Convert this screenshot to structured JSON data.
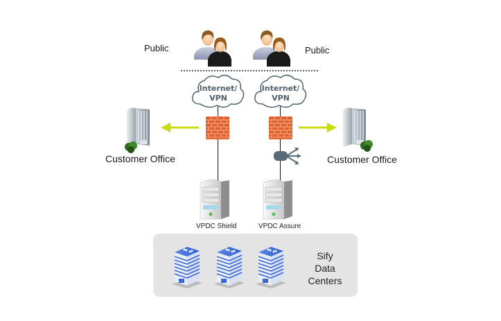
{
  "diagram": {
    "public_left": "Public",
    "public_right": "Public",
    "clouds": [
      {
        "line1": "Internet/",
        "line2": "VPN"
      },
      {
        "line1": "Internet/",
        "line2": "VPN"
      }
    ],
    "customer_office_left": "Customer Office",
    "customer_office_right": "Customer Office",
    "servers": [
      {
        "label": "VPDC Shield"
      },
      {
        "label": "VPDC Assure"
      }
    ],
    "datacenter": {
      "line1": "Sify",
      "line2": "Data",
      "line3": "Centers"
    },
    "colors": {
      "arrow": "#c8dc10",
      "firewall": "#d9552b",
      "cloud_stroke": "#4f6470",
      "lb": "#5a6a78",
      "dc_box": "#e4e4e4",
      "building_blue": "#2f5fd0"
    }
  }
}
